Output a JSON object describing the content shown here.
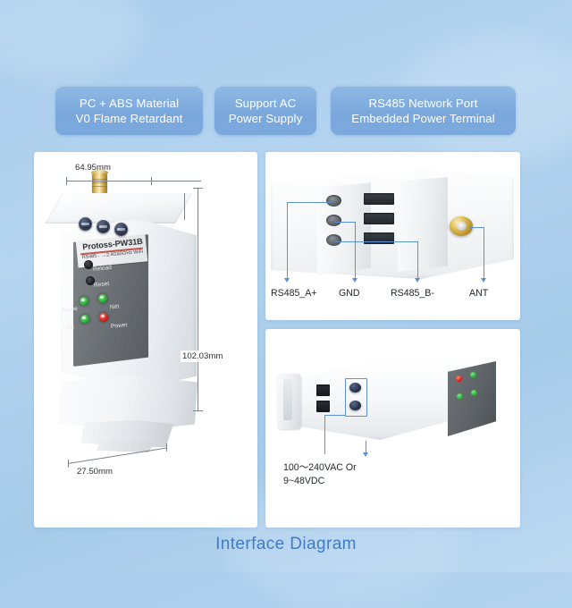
{
  "background_color": "#a9cdec",
  "badges": [
    {
      "line1": "PC + ABS Material",
      "line2": "V0 Flame Retardant"
    },
    {
      "line1": "Support AC",
      "line2": "Power Supply"
    },
    {
      "line1": "RS485 Network Port",
      "line2": "Embedded Power Terminal"
    }
  ],
  "badge_color": "#7ba9dd",
  "badge_text_color": "#ffffff",
  "caption": {
    "text": "Interface Diagram",
    "color": "#3f7cc4"
  },
  "left_panel": {
    "device": {
      "model": "Protoss-PW31B",
      "subtitle": "RS485←→2.4G&5GHz WiFi",
      "buttons": [
        "Reload",
        "Reset"
      ],
      "leds": [
        {
          "label": "Active",
          "color": "#2fae3b"
        },
        {
          "label": "Net",
          "color": "#2fae3b"
        },
        {
          "label": "Link",
          "color": "#2fae3b"
        },
        {
          "label": "Power",
          "color": "#d62318"
        }
      ]
    },
    "dimensions": {
      "width": "64.95mm",
      "height": "102.03mm",
      "depth": "27.50mm"
    }
  },
  "top_right_panel": {
    "annotations": [
      "RS485_A+",
      "GND",
      "RS485_B-",
      "ANT"
    ],
    "leader_color": "#5b91d6"
  },
  "bottom_right_panel": {
    "power_label_line1": "100～240VAC Or",
    "power_label_line2": "9~48VDC",
    "highlight_color": "#5b91d6"
  }
}
